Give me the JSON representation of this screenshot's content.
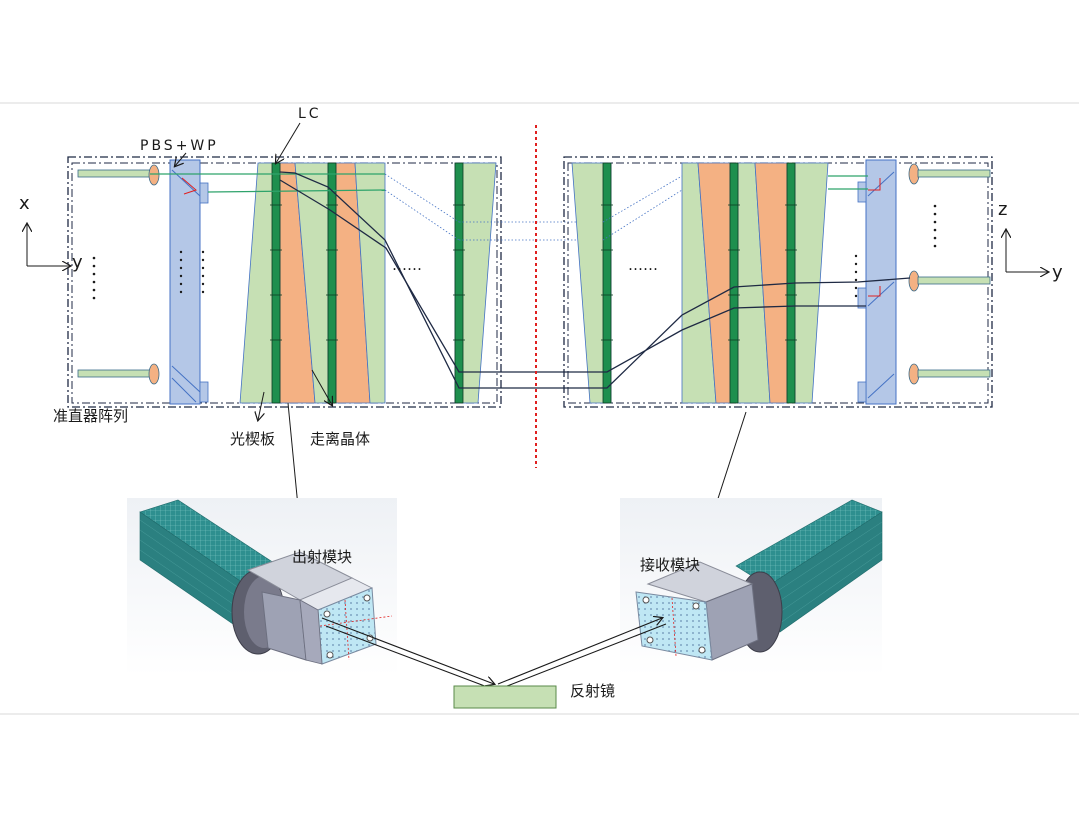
{
  "labels": {
    "pbs_wp": "PBS+WP",
    "lc": "LC",
    "collimator_array": "准直器阵列",
    "light_wedge": "光楔板",
    "walkoff_crystal": "走离晶体",
    "emit_module": "出射模块",
    "receive_module": "接收模块",
    "mirror": "反射镜",
    "ellipsis_h": "……",
    "axes_left": {
      "x": "x",
      "y": "y"
    },
    "axes_right": {
      "z": "z",
      "y": "y"
    }
  },
  "colors": {
    "wedge_green": "#c6e0b4",
    "crystal_orange": "#f4b183",
    "lc_green": "#1e8f4e",
    "pbs_blue": "#b4c7e7",
    "collimator_lens": "#f4b183",
    "beam_green": "#2ea36b",
    "beam_dark": "#1f2a44",
    "divider_red": "#e02020",
    "mirror_fill": "#c6e0b4",
    "module_cyan": "#2b8f8f"
  }
}
